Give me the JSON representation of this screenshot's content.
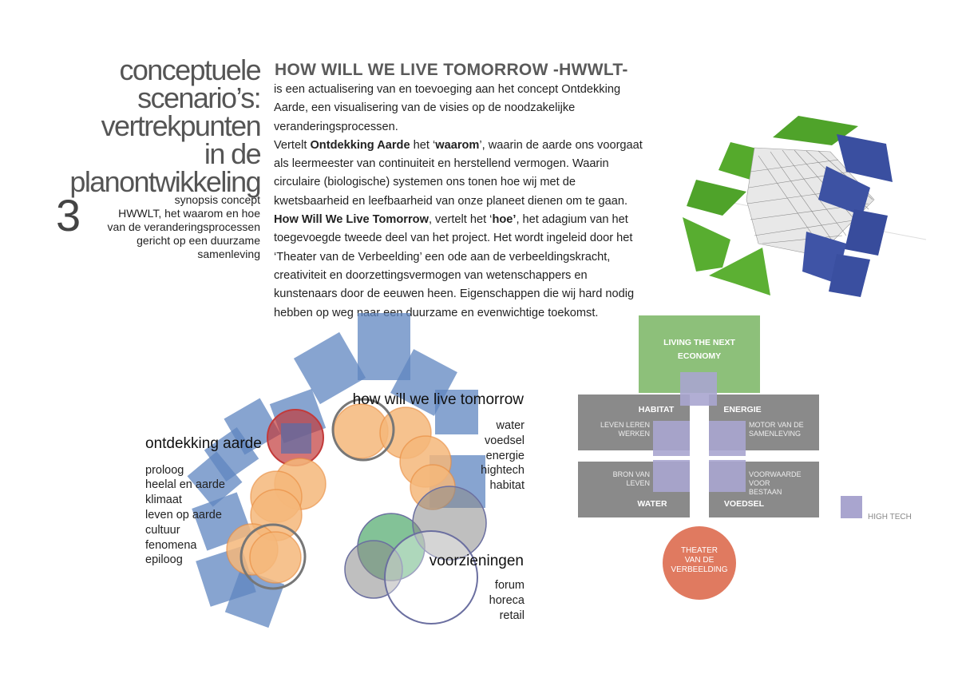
{
  "side_title": {
    "lines": [
      "conceptuele",
      "scenario’s:",
      "vertrekpunten",
      "in de",
      "planontwikkeling"
    ]
  },
  "chapter": {
    "number": "3",
    "synopsis_lines": [
      "synopsis concept",
      "HWWLT, het waarom en hoe",
      "van de veranderingsprocessen",
      "gericht op een duurzame",
      "samenleving"
    ]
  },
  "article": {
    "headline": "HOW WILL WE LIVE TOMORROW -HWWLT-",
    "l1": "is een actualisering van en toevoeging aan het concept Ontdekking",
    "l2": "Aarde, een visualisering van de visies op de noodzakelijke",
    "l3": "veranderingsprocessen.",
    "l4a": "Vertelt ",
    "l4b": "Ontdekking Aarde",
    "l4c": " het ‘",
    "l4d": "waarom",
    "l4e": "’,  waarin de aarde ons voorgaat",
    "l5": "als leermeester van continuiteit en herstellend vermogen. Waarin",
    "l6": "circulaire (biologische) systemen ons tonen hoe wij met de",
    "l7": "kwetsbaarheid en leefbaarheid van onze planeet dienen om te gaan.",
    "l8a": "How Will We Live Tomorrow",
    "l8b": ", vertelt het ‘",
    "l8c": "hoe’",
    "l8d": ", het adagium van het",
    "l9": "toegevoegde tweede deel van het project. Het wordt ingeleid door het",
    "l10": "‘Theater van de Verbeelding’ een ode aan de verbeeldingskracht,",
    "l11": "creativiteit en doorzettingsvermogen van wetenschappers en",
    "l12": "kunstenaars door de eeuwen heen. Eigenschappen die wij hard nodig",
    "l13": "hebben op weg naar een duurzame en evenwichtige toekomst."
  },
  "circle_diagram": {
    "ontdekking": {
      "title": "ontdekking aarde",
      "items": [
        "proloog",
        "heelal en aarde",
        "klimaat",
        "leven op aarde",
        "cultuur",
        "fenomena",
        "epiloog"
      ]
    },
    "hwwlt": {
      "title": "how will we live tomorrow",
      "items": [
        "water",
        "voedsel",
        "energie",
        "hightech",
        "habitat"
      ]
    },
    "voorzieningen": {
      "title": "voorzieningen",
      "items": [
        "forum",
        "horeca",
        "retail"
      ]
    }
  },
  "block_diagram": {
    "economy": {
      "line1": "LIVING THE NEXT",
      "line2": "ECONOMY"
    },
    "habitat": "HABITAT",
    "energie": "ENERGIE",
    "water": "WATER",
    "voedsel": "VOEDSEL",
    "leven_leren": {
      "line1": "LEVEN LEREN",
      "line2": "WERKEN"
    },
    "motor": {
      "line1": "MOTOR VAN DE",
      "line2": "SAMENLEVING"
    },
    "bron": {
      "line1": "BRON VAN",
      "line2": "LEVEN"
    },
    "voorwaarde": {
      "line1": "VOORWAARDE",
      "line2": "VOOR",
      "line3": "BESTAAN"
    },
    "theater": {
      "line1": "THEATER",
      "line2": "VAN DE",
      "line3": "VERBEELDING"
    },
    "legend": "HIGH TECH"
  },
  "colors": {
    "green": "#8dc07a",
    "gray_block": "#8a8a8a",
    "lavender": "#a9a5cf",
    "theater": "#e07a60",
    "blue_square": "#5f86c0",
    "orange_circle": "#f5b77a",
    "red_circle": "#c23a3a",
    "teal_circle": "#6abf8e"
  }
}
